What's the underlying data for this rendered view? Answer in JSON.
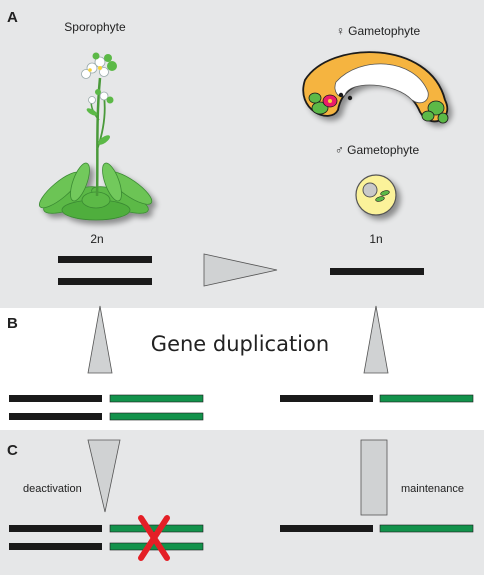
{
  "panels": {
    "a": {
      "letter": "A"
    },
    "b": {
      "letter": "B"
    },
    "c": {
      "letter": "C"
    }
  },
  "labels": {
    "sporophyte": "Sporophyte",
    "female_gametophyte": "♀ Gametophyte",
    "male_gametophyte": "♂ Gametophyte",
    "ploidy_diploid": "2n",
    "ploidy_haploid": "1n",
    "gene_duplication": "Gene duplication",
    "deactivation": "deactivation",
    "maintenance": "maintenance"
  },
  "colors": {
    "panel_bg": "#e6e7e8",
    "gene_original": "#1a1a1a",
    "gene_duplicate": "#12924b",
    "arrow_fill": "#d0d2d3",
    "deletion_mark": "#e41f26",
    "plant_green": "#5cb947",
    "gametophyte_orange": "#f5b441",
    "pollen_yellow": "#fbf29a"
  },
  "icons": {
    "plant": "arabidopsis-plant-icon",
    "female": "embryo-sac-icon",
    "male": "pollen-grain-icon",
    "deleted": "red-x-icon"
  }
}
